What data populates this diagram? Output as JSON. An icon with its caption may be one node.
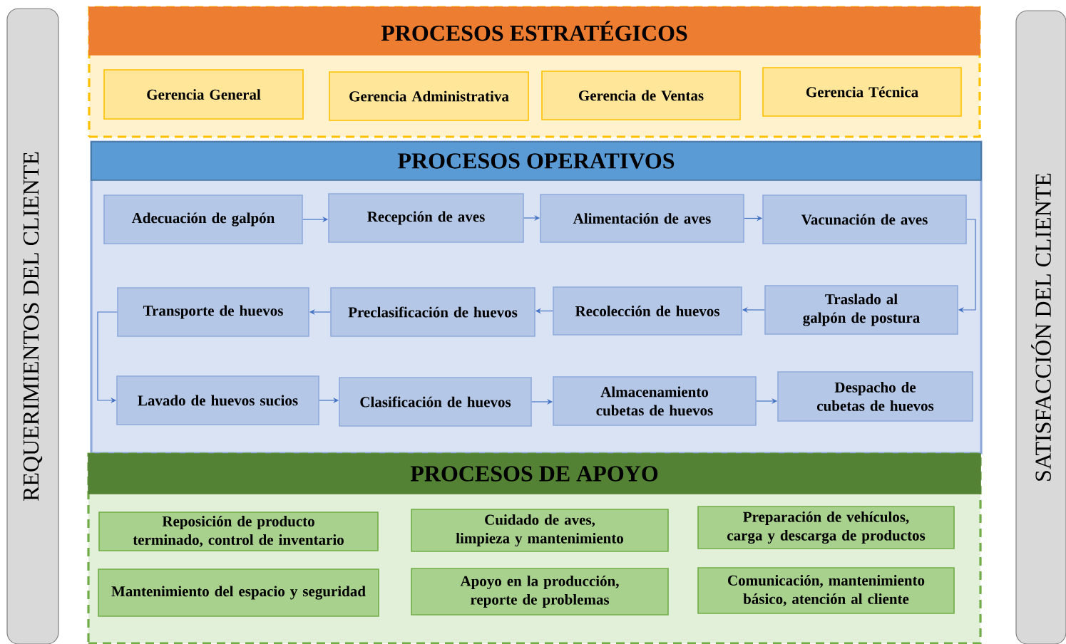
{
  "diagram": {
    "nodes": [
      {
        "text": [
          "REQUERIMIENTOS DEL CLIENTE"
        ]
      },
      {
        "text": [
          "SATISFACCIÓN DEL CLIENTE"
        ]
      },
      {
        "text": [
          "PROCESOS ESTRATÉGICOS"
        ]
      },
      {
        "text": [
          "Gerencia General"
        ],
        "in": 2
      },
      {
        "text": [
          "Gerencia Administrativa"
        ],
        "in": 2
      },
      {
        "text": [
          "Gerencia de Ventas"
        ],
        "in": 2
      },
      {
        "text": [
          "Gerencia Técnica"
        ],
        "in": 2
      },
      {
        "text": [
          "PROCESOS OPERATIVOS"
        ]
      },
      {
        "text": [
          "Adecuación de galpón"
        ],
        "in": 7
      },
      {
        "text": [
          "Recepción de aves"
        ],
        "in": 7
      },
      {
        "text": [
          "Alimentación de aves"
        ],
        "in": 7
      },
      {
        "text": [
          "Vacunación de aves"
        ],
        "in": 7
      },
      {
        "text": [
          "Transporte de huevos"
        ],
        "in": 7
      },
      {
        "text": [
          "Preclasificación de huevos"
        ],
        "in": 7
      },
      {
        "text": [
          "Recolección de huevos"
        ],
        "in": 7
      },
      {
        "text": [
          "Traslado al galpón de postura"
        ],
        "in": 7
      },
      {
        "text": [
          "Lavado de huevos sucios"
        ],
        "in": 7
      },
      {
        "text": [
          "Clasificación de huevos"
        ],
        "in": 7
      },
      {
        "text": [
          "Almacenamiento cubetas de huevos"
        ],
        "in": 7
      },
      {
        "text": [
          "Despacho de cubetas de huevos"
        ],
        "in": 7
      },
      {
        "text": [
          "PROCESOS DE APOYO"
        ]
      },
      {
        "text": [
          "Reposición de producto terminado, control de inventario"
        ],
        "in": 20
      },
      {
        "text": [
          "Cuidado de aves, limpieza y mantenimiento"
        ],
        "in": 20
      },
      {
        "text": [
          "Preparación de vehículos, carga y descarga de productos"
        ],
        "in": 20
      },
      {
        "text": [
          "Mantenimiento del espacio y seguridad"
        ],
        "in": 20
      },
      {
        "text": [
          "Apoyo en la producción, reporte de problemas"
        ],
        "in": 20
      },
      {
        "text": [
          "Comunicación, mantenimiento básico, atención al cliente"
        ],
        "in": 20
      }
    ],
    "edges": [
      {
        "from": 8,
        "to": 9,
        "arrow": "to"
      },
      {
        "from": 9,
        "to": 10,
        "arrow": "to"
      },
      {
        "from": 10,
        "to": 11,
        "arrow": "to"
      },
      {
        "from": 11,
        "to": 15,
        "arrow": "to"
      },
      {
        "from": 15,
        "to": 14,
        "arrow": "to"
      },
      {
        "from": 14,
        "to": 13,
        "arrow": "to"
      },
      {
        "from": 13,
        "to": 12,
        "arrow": "to"
      },
      {
        "from": 12,
        "to": 16,
        "arrow": "to"
      },
      {
        "from": 16,
        "to": 17,
        "arrow": "to"
      },
      {
        "from": 17,
        "to": 18,
        "arrow": "to"
      },
      {
        "from": 18,
        "to": 19,
        "arrow": "to"
      }
    ]
  }
}
